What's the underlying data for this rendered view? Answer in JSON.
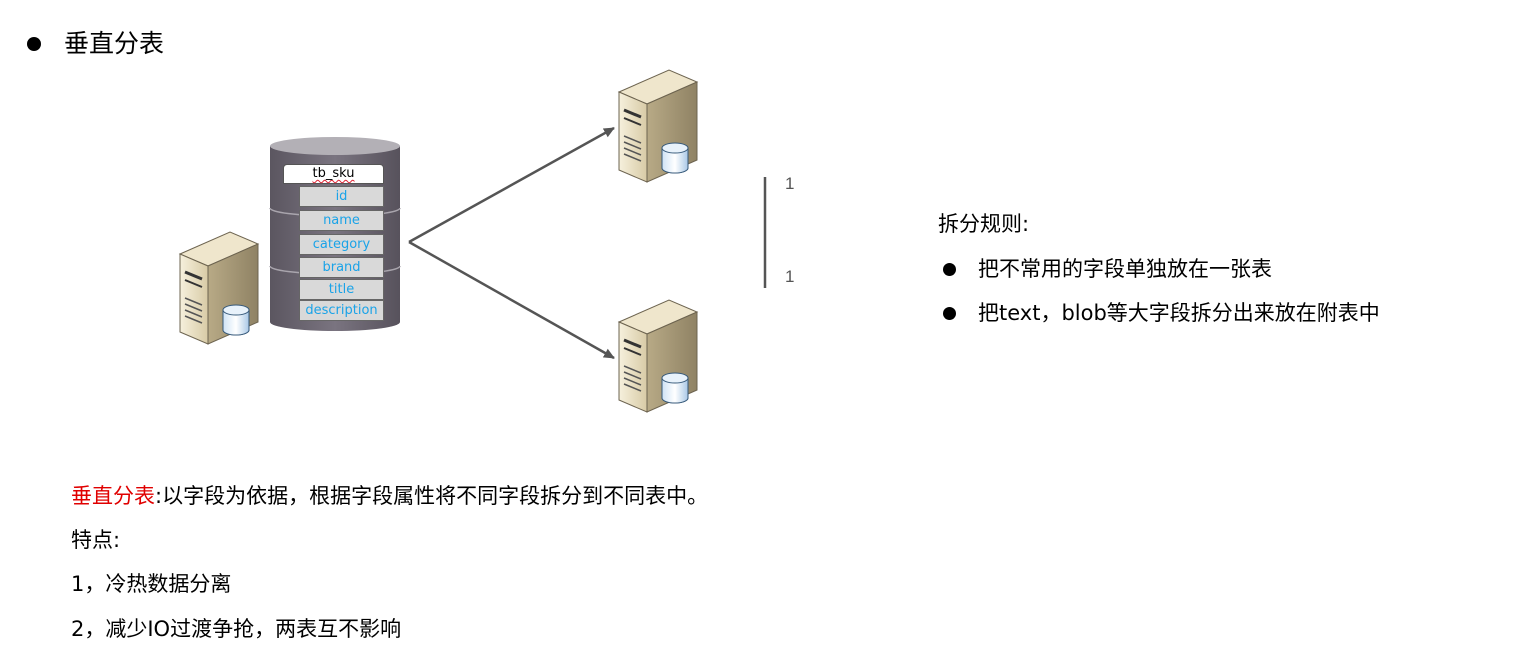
{
  "heading": {
    "text": "垂直分表"
  },
  "table": {
    "name": "tb_sku",
    "fields": [
      "id",
      "name",
      "category",
      "brand",
      "title",
      "description"
    ]
  },
  "ratio": {
    "top": "1",
    "bottom": "1"
  },
  "rules": {
    "title": "拆分规则:",
    "items": [
      "把不常用的字段单独放在一张表",
      "把text，blob等大字段拆分出来放在附表中"
    ]
  },
  "description": {
    "key": "垂直分表",
    "definition": ":以字段为依据，根据字段属性将不同字段拆分到不同表中。",
    "features_title": "特点:",
    "features": [
      "1，冷热数据分离",
      "2，减少IO过渡争抢，两表互不影响"
    ]
  },
  "colors": {
    "accent_red": "#e00000",
    "field_text": "#1aa3e8",
    "cylinder": "#6b6670"
  }
}
